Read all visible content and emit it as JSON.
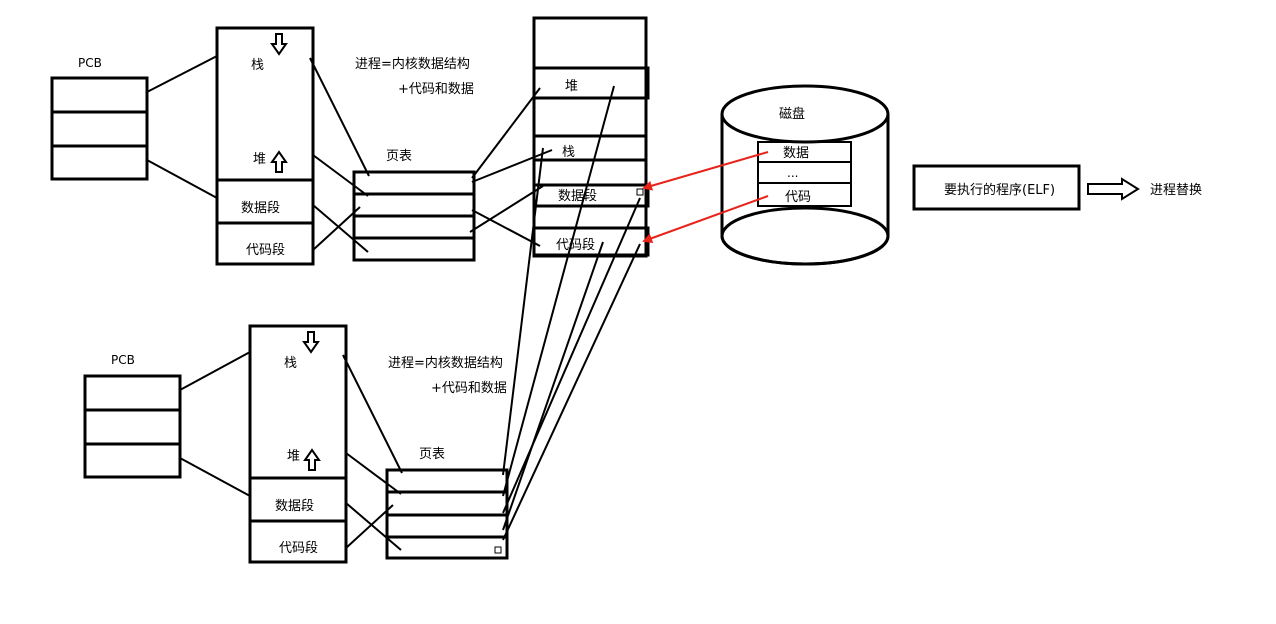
{
  "process1": {
    "pcb_label": "PCB",
    "stack_label": "栈",
    "heap_label": "堆",
    "data_label": "数据段",
    "code_label": "代码段",
    "note_line1": "进程=内核数据结构",
    "note_line2": "+代码和数据",
    "page_table_label": "页表"
  },
  "process2": {
    "pcb_label": "PCB",
    "stack_label": "栈",
    "heap_label": "堆",
    "data_label": "数据段",
    "code_label": "代码段",
    "note_line1": "进程=内核数据结构",
    "note_line2": "+代码和数据",
    "page_table_label": "页表"
  },
  "physical_memory": {
    "heap_label": "堆",
    "stack_label": "栈",
    "data_label": "数据段",
    "code_label": "代码段"
  },
  "disk": {
    "title": "磁盘",
    "data_label": "数据",
    "ellipsis": "...",
    "code_label": "代码"
  },
  "program_box_label": "要执行的程序(ELF)",
  "result_label": "进程替换",
  "colors": {
    "line": "#000000",
    "arrow_red": "#e8231a",
    "background": "#ffffff"
  }
}
